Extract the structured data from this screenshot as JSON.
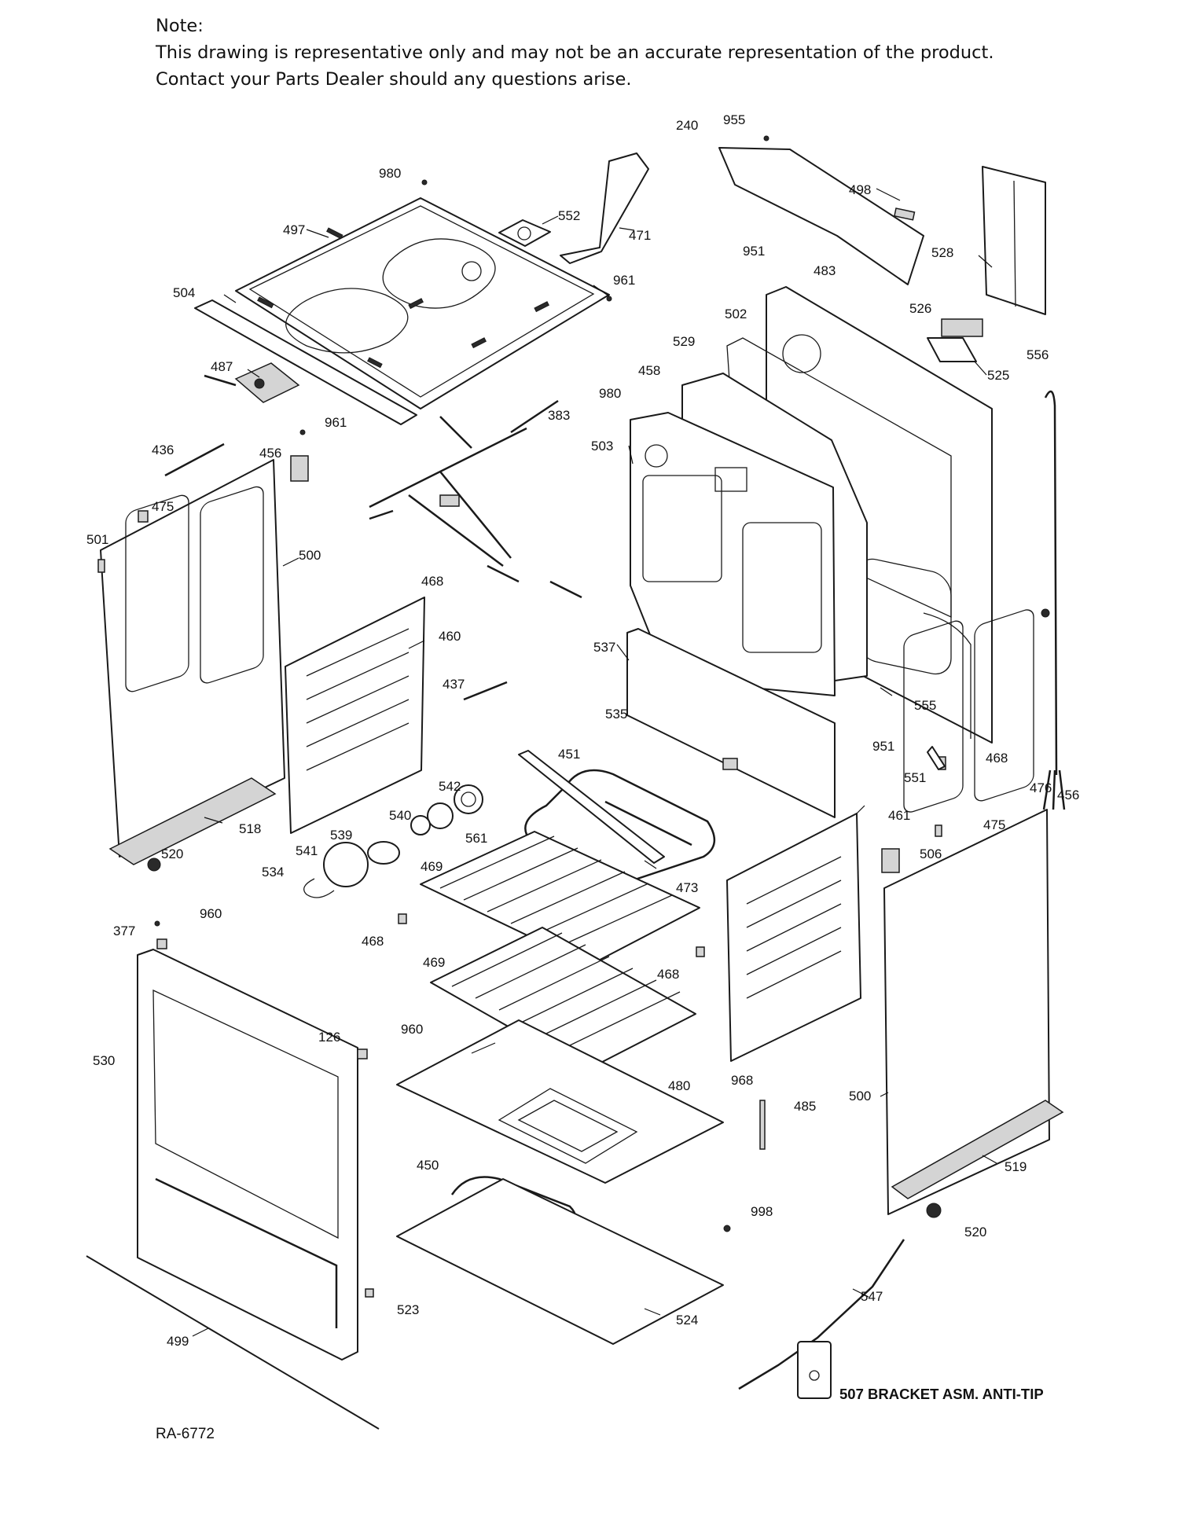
{
  "note": {
    "heading": "Note:",
    "line1": "This drawing is representative only and may not be an accurate representation of the product.",
    "line2": "Contact your Parts Dealer should any questions arise."
  },
  "caption": "507  BRACKET ASM. ANTI-TIP",
  "drawing_ref": "RA-6772",
  "labels": [
    {
      "id": "l240a",
      "text": "240"
    },
    {
      "id": "l955",
      "text": "955"
    },
    {
      "id": "l980a",
      "text": "980"
    },
    {
      "id": "l498",
      "text": "498"
    },
    {
      "id": "l497",
      "text": "497"
    },
    {
      "id": "l552",
      "text": "552"
    },
    {
      "id": "l471",
      "text": "471"
    },
    {
      "id": "l951a",
      "text": "951"
    },
    {
      "id": "l483",
      "text": "483"
    },
    {
      "id": "l528",
      "text": "528"
    },
    {
      "id": "l961a",
      "text": "961"
    },
    {
      "id": "l504",
      "text": "504"
    },
    {
      "id": "l526",
      "text": "526"
    },
    {
      "id": "l502",
      "text": "502"
    },
    {
      "id": "l529",
      "text": "529"
    },
    {
      "id": "l556",
      "text": "556"
    },
    {
      "id": "l525",
      "text": "525"
    },
    {
      "id": "l487",
      "text": "487"
    },
    {
      "id": "l458",
      "text": "458"
    },
    {
      "id": "l980b",
      "text": "980"
    },
    {
      "id": "l383",
      "text": "383"
    },
    {
      "id": "l961b",
      "text": "961"
    },
    {
      "id": "l503",
      "text": "503"
    },
    {
      "id": "l436",
      "text": "436"
    },
    {
      "id": "l456a",
      "text": "456"
    },
    {
      "id": "l475a",
      "text": "475"
    },
    {
      "id": "l501",
      "text": "501"
    },
    {
      "id": "l500a",
      "text": "500"
    },
    {
      "id": "l468a",
      "text": "468"
    },
    {
      "id": "l460",
      "text": "460"
    },
    {
      "id": "l537",
      "text": "537"
    },
    {
      "id": "l437",
      "text": "437"
    },
    {
      "id": "l555",
      "text": "555"
    },
    {
      "id": "l535",
      "text": "535"
    },
    {
      "id": "l951b",
      "text": "951"
    },
    {
      "id": "l451",
      "text": "451"
    },
    {
      "id": "l468b",
      "text": "468"
    },
    {
      "id": "l542",
      "text": "542"
    },
    {
      "id": "l551",
      "text": "551"
    },
    {
      "id": "l476",
      "text": "476"
    },
    {
      "id": "l456b",
      "text": "456"
    },
    {
      "id": "l540",
      "text": "540"
    },
    {
      "id": "l461",
      "text": "461"
    },
    {
      "id": "l518",
      "text": "518"
    },
    {
      "id": "l475b",
      "text": "475"
    },
    {
      "id": "l539",
      "text": "539"
    },
    {
      "id": "l561",
      "text": "561"
    },
    {
      "id": "l520a",
      "text": "520"
    },
    {
      "id": "l541",
      "text": "541"
    },
    {
      "id": "l506",
      "text": "506"
    },
    {
      "id": "l469a",
      "text": "469"
    },
    {
      "id": "l534",
      "text": "534"
    },
    {
      "id": "l473",
      "text": "473"
    },
    {
      "id": "l960a",
      "text": "960"
    },
    {
      "id": "l377",
      "text": "377"
    },
    {
      "id": "l468c",
      "text": "468"
    },
    {
      "id": "l469b",
      "text": "469"
    },
    {
      "id": "l468d",
      "text": "468"
    },
    {
      "id": "l126",
      "text": "126"
    },
    {
      "id": "l960b",
      "text": "960"
    },
    {
      "id": "l530",
      "text": "530"
    },
    {
      "id": "l968",
      "text": "968"
    },
    {
      "id": "l480",
      "text": "480"
    },
    {
      "id": "l485",
      "text": "485"
    },
    {
      "id": "l500b",
      "text": "500"
    },
    {
      "id": "l450",
      "text": "450"
    },
    {
      "id": "l519",
      "text": "519"
    },
    {
      "id": "l998",
      "text": "998"
    },
    {
      "id": "l520b",
      "text": "520"
    },
    {
      "id": "l547",
      "text": "547"
    },
    {
      "id": "l523",
      "text": "523"
    },
    {
      "id": "l524",
      "text": "524"
    },
    {
      "id": "l499",
      "text": "499"
    }
  ]
}
